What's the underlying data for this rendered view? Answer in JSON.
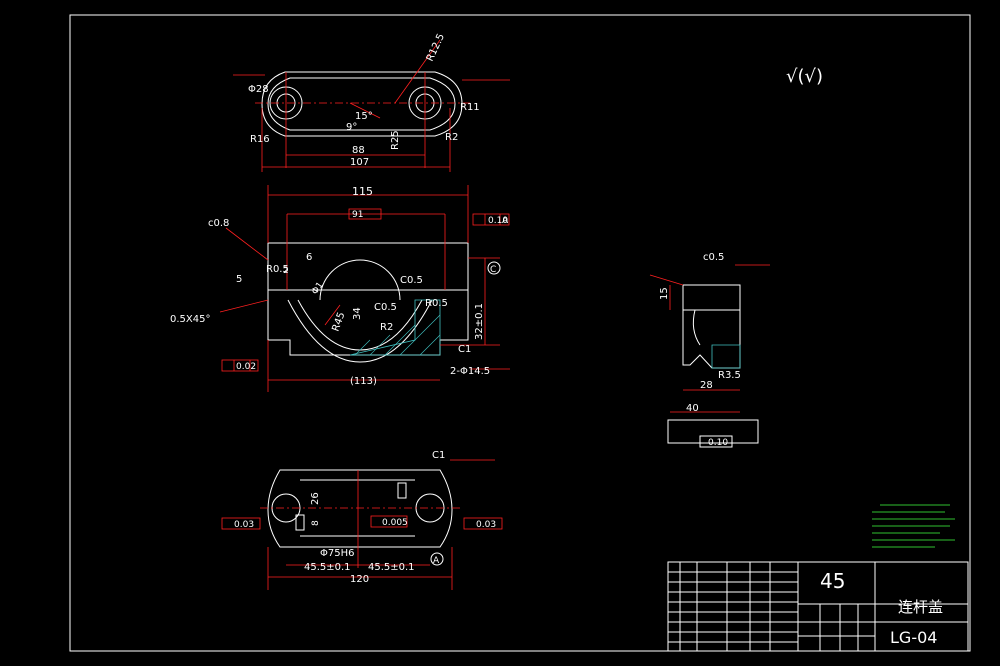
{
  "title_block": {
    "material": "45",
    "part_name": "连杆盖",
    "drawing_no": "LG-04"
  },
  "surface_symbol": {
    "text": "√(√)"
  },
  "top_view": {
    "dims": {
      "r25": "R12.5",
      "phi28": "Φ28",
      "r11": "R11",
      "r16": "R16",
      "r2": "R2",
      "r25b": "R25",
      "ang15": "15°",
      "ang9": "9°",
      "d88": "88",
      "d107": "107"
    }
  },
  "front_view": {
    "dims": {
      "d115": "115",
      "d91": "91",
      "tol010": "0.10",
      "datumA": "A",
      "c08": "c0.8",
      "r05a": "R0.5",
      "d5": "5",
      "n6": "6",
      "n2": "2",
      "c05": "C0.5",
      "c05b": "C0.5",
      "r05b": "R0.5",
      "phi1": "Φ1",
      "r45": "R45",
      "d34": "34",
      "r2": "R2",
      "d32": "32±0.1",
      "c1": "C1",
      "chamfer": "0.5X45°",
      "tol002": "0.02",
      "d113": "(113)",
      "holes": "2-Φ14.5",
      "datumC": "C"
    }
  },
  "bottom_view": {
    "dims": {
      "c1": "C1",
      "d26": "26",
      "d8": "8",
      "tol003a": "0.03",
      "tol005": "0.005",
      "tol003b": "0.03",
      "bore": "Φ75H6",
      "d455a": "45.5±0.1",
      "d455b": "45.5±0.1",
      "d120": "120",
      "datumA": "A"
    }
  },
  "side_view": {
    "dims": {
      "c05": "c0.5",
      "d15": "15",
      "d28": "28",
      "r35": "R3.5",
      "d40": "40",
      "tol010": "0.10"
    }
  }
}
